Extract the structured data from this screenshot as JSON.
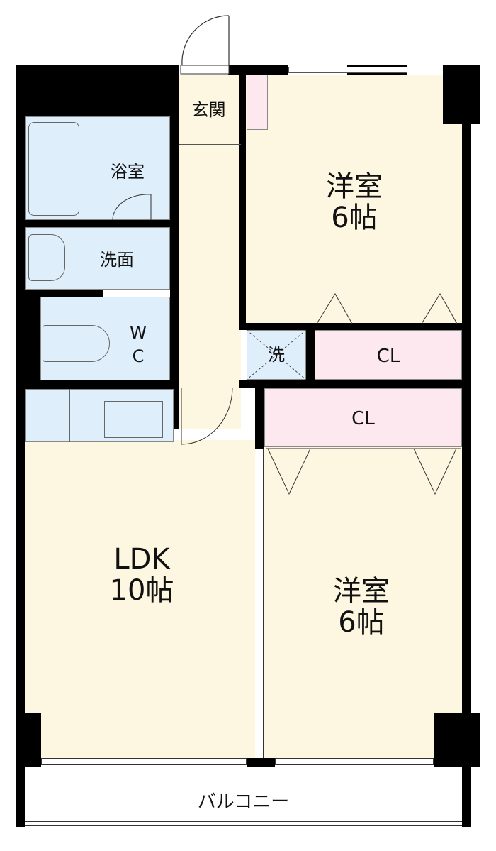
{
  "floorplan": {
    "rooms": {
      "entrance": {
        "label": "玄関"
      },
      "bath": {
        "label": "浴室"
      },
      "washroom": {
        "label": "洗面"
      },
      "toilet": {
        "label_line1": "W",
        "label_line2": "C"
      },
      "bedroom_top": {
        "label": "洋室",
        "size": "6帖"
      },
      "laundry": {
        "label": "洗"
      },
      "closet_top": {
        "label": "CL"
      },
      "closet_bottom": {
        "label": "CL"
      },
      "ldk": {
        "label": "LDK",
        "size": "10帖"
      },
      "bedroom_bottom": {
        "label": "洋室",
        "size": "6帖"
      },
      "balcony": {
        "label": "バルコニー"
      }
    },
    "colors": {
      "wall": "#000000",
      "living_floor": "#fdf6e1",
      "wet_area": "#dfeefb",
      "closet": "#fde8f0"
    }
  }
}
